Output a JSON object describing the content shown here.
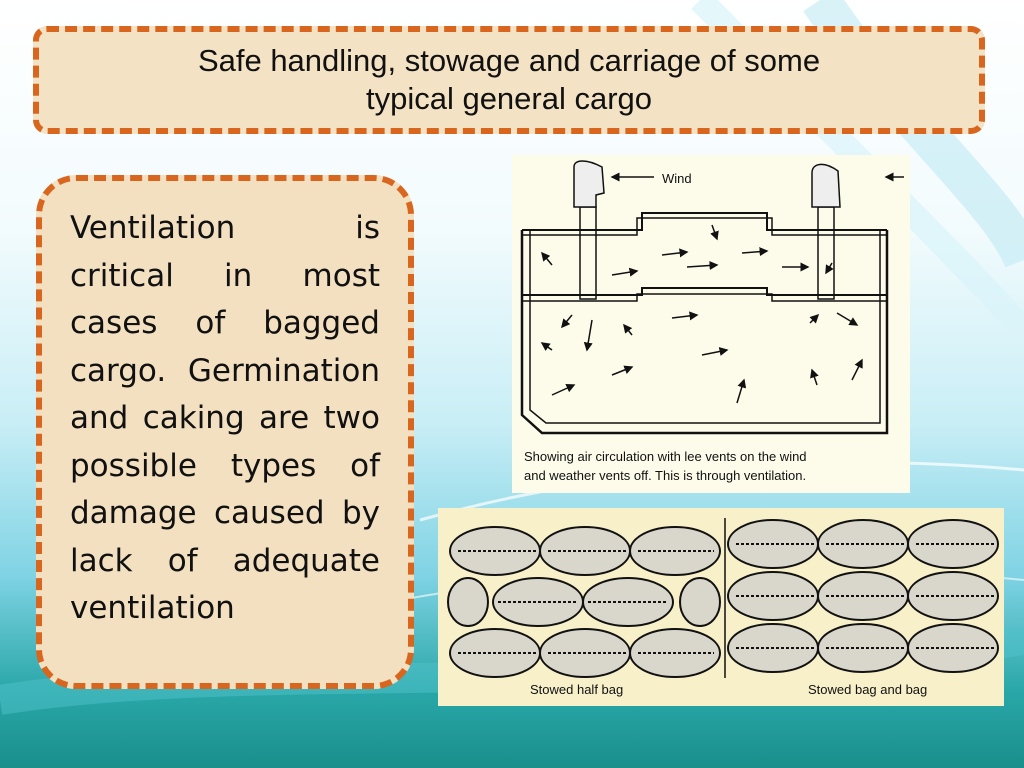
{
  "slide": {
    "title": "Safe handling, stowage and carriage of some\ntypical general cargo",
    "body_text": "Ventilation is critical in most cases of bagged cargo. Germination and caking are two possible types of damage caused by lack of adequate ventilation"
  },
  "figure_ventilation": {
    "wind_label": "Wind",
    "caption_line1": "Showing air circulation with lee vents on the wind",
    "caption_line2": "and weather vents off. This is through ventilation."
  },
  "figure_stowage": {
    "left_label": "Stowed half bag",
    "right_label": "Stowed bag and bag"
  },
  "colors": {
    "accent_border": "#d9661f",
    "panel_fill": "#f3e2c4"
  }
}
